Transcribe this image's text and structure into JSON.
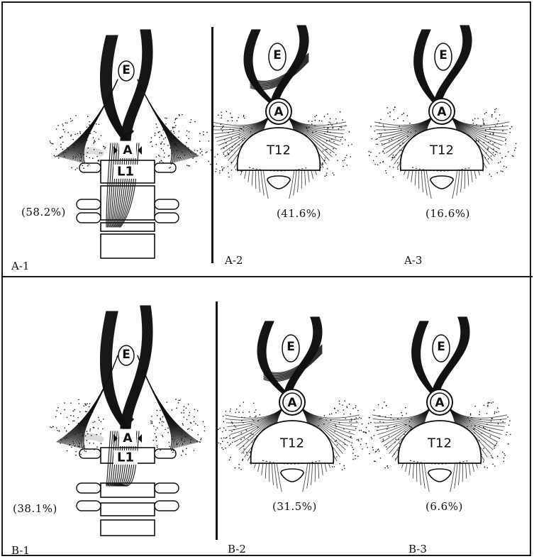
{
  "labels": {
    "esophagus": "E",
    "aorta": "A",
    "l1": "L1",
    "t12": "T12"
  },
  "panels": [
    {
      "id": "A-1",
      "view": "frontal",
      "percent": "(58.2%)",
      "pattern": "A"
    },
    {
      "id": "A-2",
      "view": "axial",
      "percent": "(41.6%)",
      "pattern": "A"
    },
    {
      "id": "A-3",
      "view": "axial",
      "percent": "(16.6%)",
      "pattern": "A"
    },
    {
      "id": "B-1",
      "view": "frontal",
      "percent": "(38.1%)",
      "pattern": "B"
    },
    {
      "id": "B-2",
      "view": "axial",
      "percent": "(31.5%)",
      "pattern": "B"
    },
    {
      "id": "B-3",
      "view": "axial",
      "percent": "(6.6%)",
      "pattern": "B"
    }
  ]
}
